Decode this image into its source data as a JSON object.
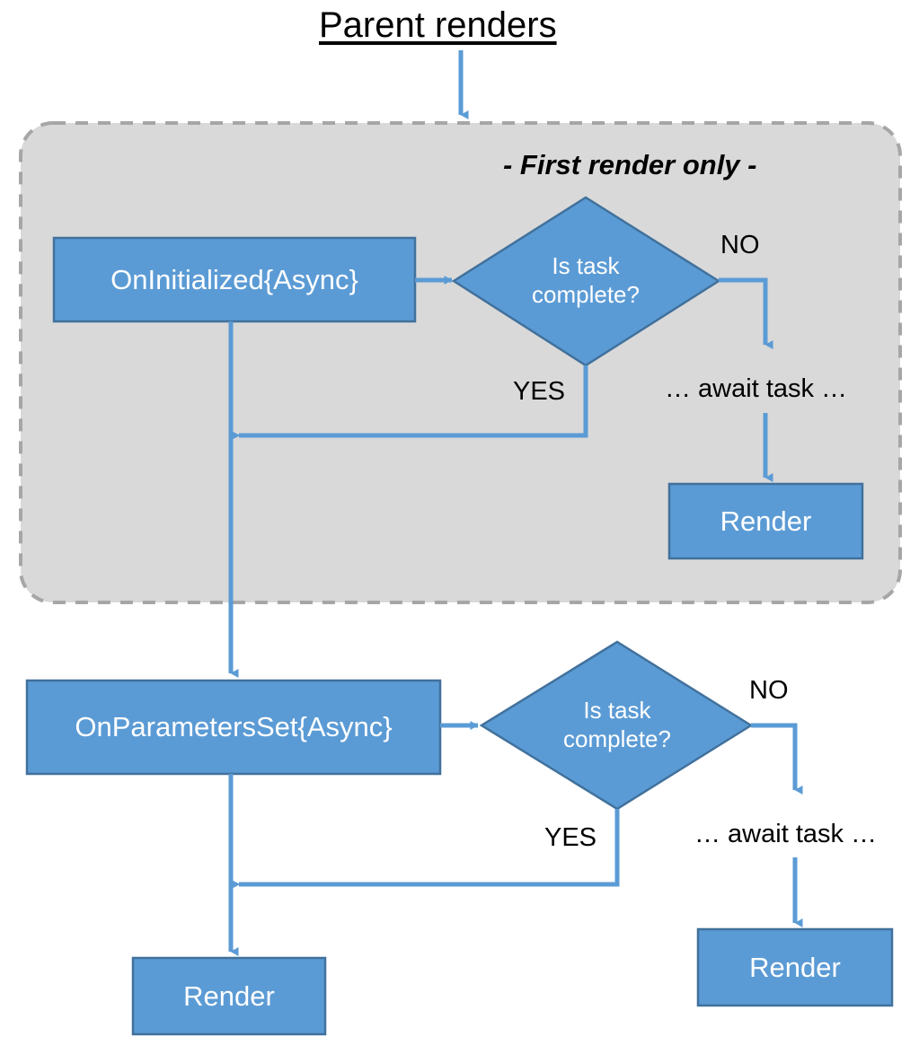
{
  "diagram": {
    "title": "Parent renders",
    "colors": {
      "node_fill": "#5B9BD5",
      "node_stroke": "#41719C",
      "arrow": "#5B9BD5",
      "group_fill": "#D9D9D9",
      "group_stroke": "#A6A6A6",
      "text_on_node": "#FFFFFF",
      "text": "#000000",
      "background": "#FFFFFF"
    },
    "first_render_group": {
      "caption": "- First render only -",
      "nodes": {
        "lifecycle_method": "OnInitialized{Async}",
        "decision": "Is task\ncomplete?",
        "decision_line1": "Is task",
        "decision_line2": "complete?",
        "await": "… await task …",
        "render": "Render"
      },
      "edge_labels": {
        "no": "NO",
        "yes": "YES"
      }
    },
    "parameters_section": {
      "nodes": {
        "lifecycle_method": "OnParametersSet{Async}",
        "decision_line1": "Is task",
        "decision_line2": "complete?",
        "await": "… await task …",
        "render_no_branch": "Render",
        "render_yes_branch": "Render"
      },
      "edge_labels": {
        "no": "NO",
        "yes": "YES"
      }
    }
  }
}
